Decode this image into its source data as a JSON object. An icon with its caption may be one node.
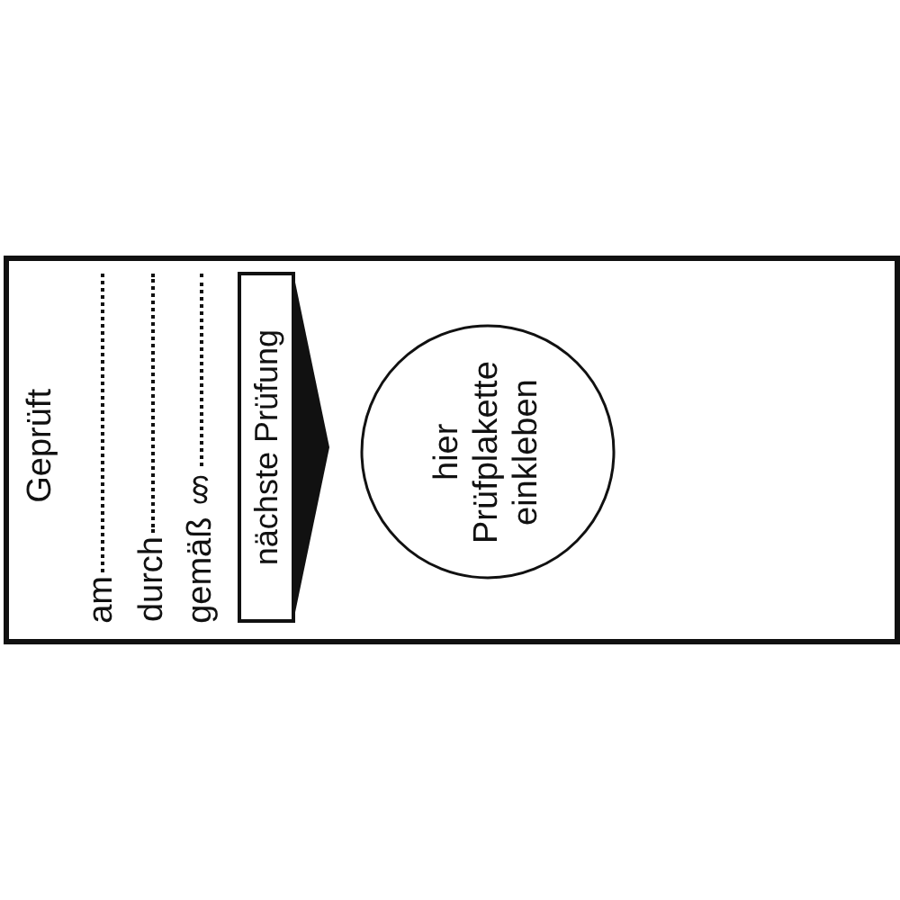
{
  "diagram": {
    "nodes": [
      {
        "text": [
          "nächste Prüfung"
        ]
      },
      {
        "text": [
          "hier Prüfplakette einkleben"
        ]
      }
    ],
    "labels": [
      "Geprüft",
      "am",
      "durch",
      "gemäß §"
    ]
  }
}
